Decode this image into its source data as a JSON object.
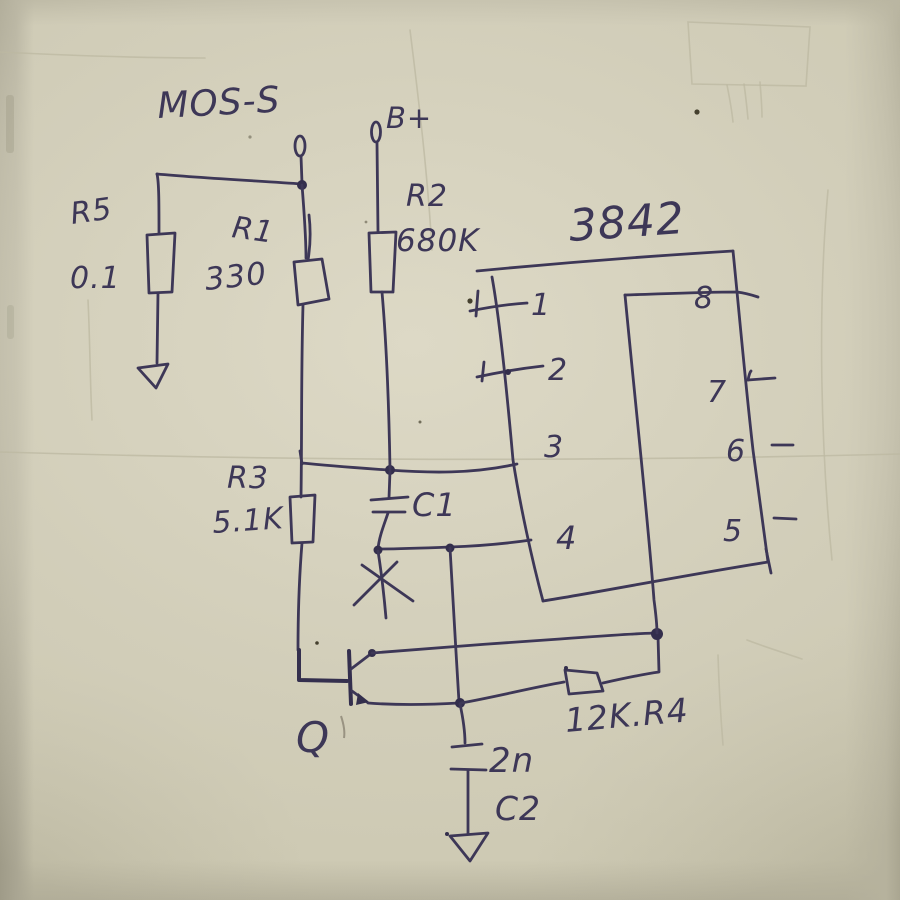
{
  "colors": {
    "ink": "#3d3757",
    "paper": "#ccc8b1"
  },
  "ic": {
    "part": "3842",
    "left_pins": [
      "1",
      "2",
      "3",
      "4"
    ],
    "right_pins": [
      "8",
      "7",
      "6",
      "5"
    ]
  },
  "terminals": {
    "mos_source": "MOS-S",
    "battery_plus": "B+"
  },
  "components": {
    "r1": {
      "name": "R1",
      "value": "330"
    },
    "r2": {
      "name": "R2",
      "value": "680K"
    },
    "r3": {
      "name": "R3",
      "value": "5.1K"
    },
    "r4": {
      "name": "R4",
      "label": "12K.R4"
    },
    "r5": {
      "name": "R5",
      "value": "0.1"
    },
    "c1": {
      "name": "C1"
    },
    "c2": {
      "name": "C2",
      "value": "2n"
    },
    "q": {
      "name": "Q"
    }
  }
}
